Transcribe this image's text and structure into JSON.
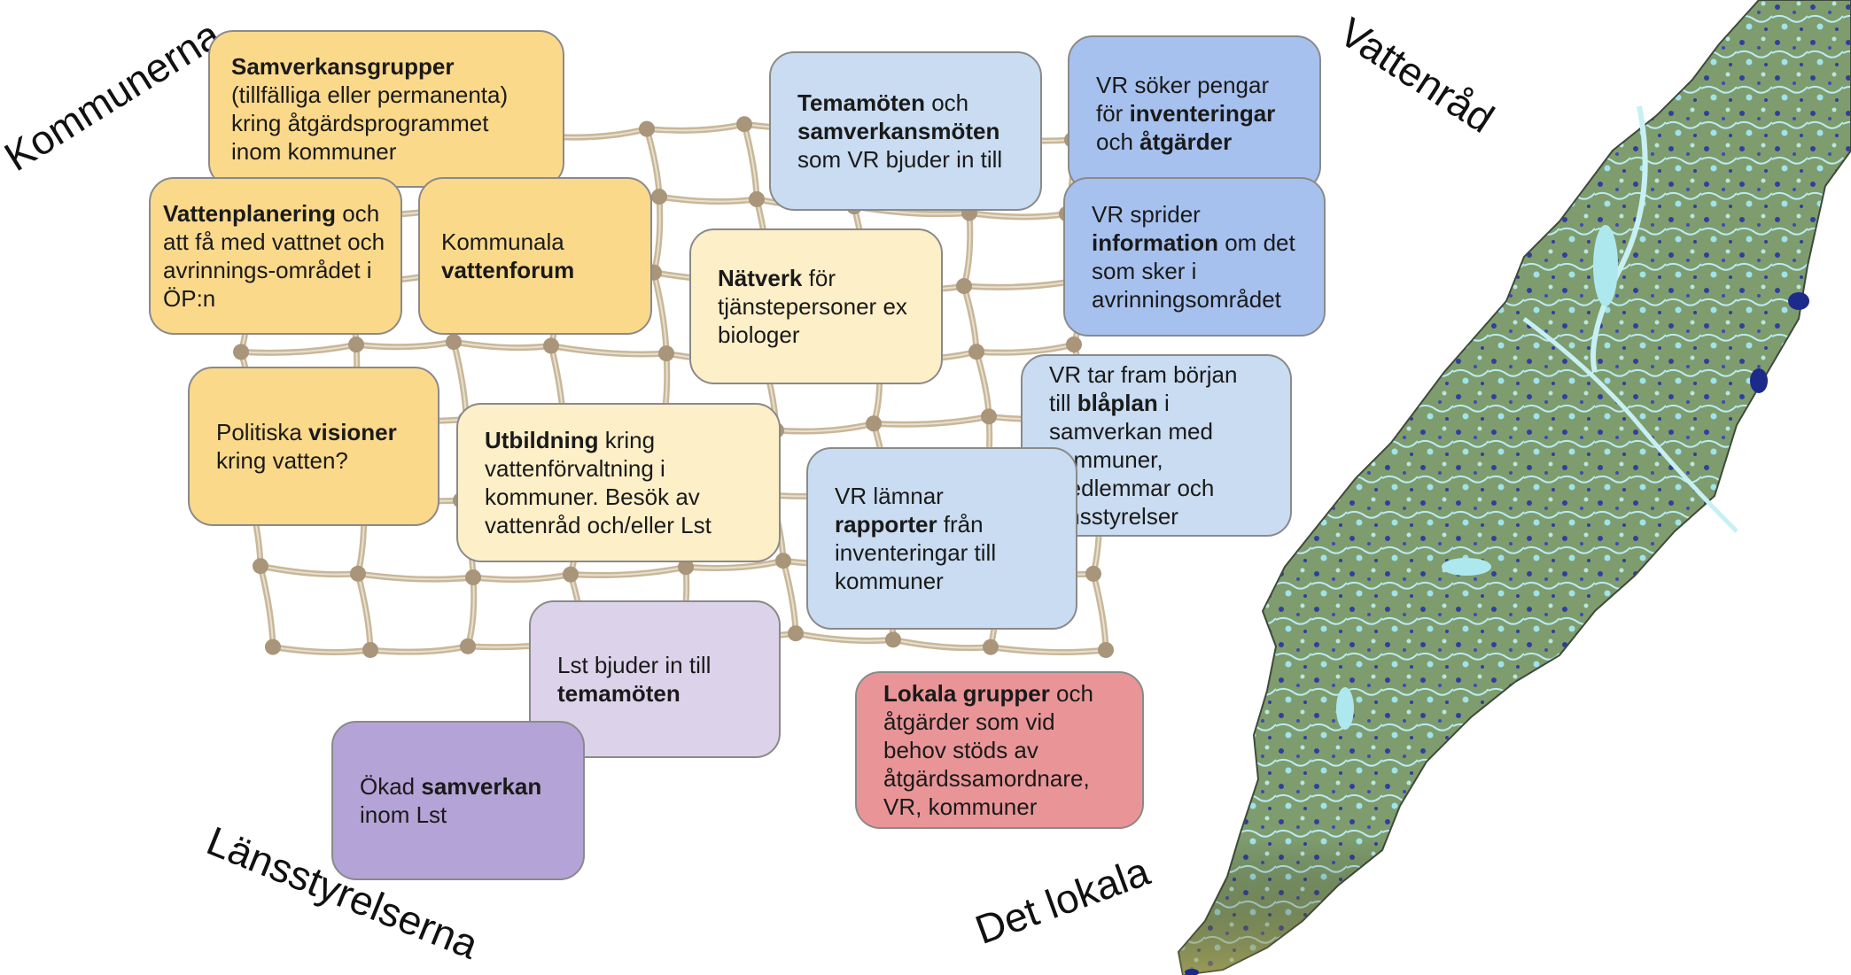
{
  "corners": {
    "kommunerna": "Kommunerna",
    "vattenrad": "Vattenråd",
    "lansstyrelserna": "Länsstyrelserna",
    "det_lokala": "Det lokala"
  },
  "colors": {
    "kommun_strong": "#fbd98b",
    "kommun_light": "#fdefc8",
    "vattenrad_strong": "#a7c1ef",
    "vattenrad_light": "#c9dcf1",
    "lst_strong": "#b4a3d6",
    "lst_light": "#dcd3ea",
    "lokal": "#e99597",
    "net_rope": "#c8b79a",
    "map_land": "#7d9a6b",
    "map_water": "#9fe3ec"
  },
  "boxes": {
    "samverkansgrupper": {
      "p1": "Samverkansgrupper",
      "p2": " (tillfälliga eller permanenta) kring åtgärdsprogrammet inom kommuner"
    },
    "vattenplanering": {
      "p1": "Vattenplanering",
      "p2": " och att få med vattnet och avrinnings-området i ÖP:n"
    },
    "kommunala_vattenforum": {
      "p1": "Kommunala ",
      "p2": "vattenforum"
    },
    "politiska_visioner": {
      "p1": "Politiska ",
      "p2": "visioner",
      "p3": " kring vatten?"
    },
    "utbildning": {
      "p1": "Utbildning",
      "p2": " kring vattenförvaltning i kommuner. Besök av vattenråd och/eller Lst"
    },
    "natverk": {
      "p1": "Nätverk",
      "p2": " för tjänstepersoner ex biologer"
    },
    "temamoten_vr": {
      "p1": "Temamöten",
      "p2": " och ",
      "p3": "samverkansmöten",
      "p4": " som VR bjuder in till"
    },
    "vr_soker": {
      "p1": "VR söker pengar för ",
      "p2": "inventeringar",
      "p3": " och ",
      "p4": "åtgärder"
    },
    "vr_sprider": {
      "p1": "VR sprider ",
      "p2": "information",
      "p3": " om det som sker i avrinningsområdet"
    },
    "vr_tar_fram": {
      "p1": "VR tar fram början till ",
      "p2": "blåplan",
      "p3": " i samverkan med kommuner, medlemmar och länsstyrelser"
    },
    "vr_lamnar": {
      "p1": "VR lämnar ",
      "p2": "rapporter",
      "p3": " från inventeringar till kommuner"
    },
    "lst_bjuder": {
      "p1": "Lst bjuder in till ",
      "p2": "temamöten"
    },
    "okad_samverkan": {
      "p1": "Ökad ",
      "p2": "samverkan",
      "p3": " inom Lst"
    },
    "lokala_grupper": {
      "p1": "Lokala grupper",
      "p2": " och åtgärder som vid behov stöds av åtgärdssamordnare, VR, kommuner"
    }
  }
}
